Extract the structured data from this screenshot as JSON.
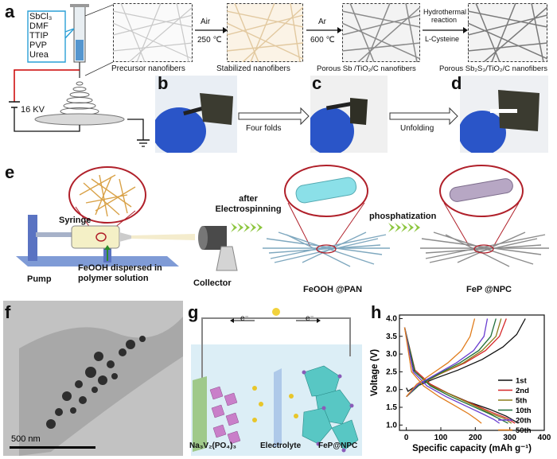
{
  "panel_a": {
    "letter": "a",
    "chemicals": [
      "SbCl₃",
      "DMF",
      "TTIP",
      "PVP",
      "Urea"
    ],
    "voltage": "16 KV",
    "steps": [
      {
        "arrow_top": "Air",
        "arrow_bottom": "250 ℃"
      },
      {
        "arrow_top": "Ar",
        "arrow_bottom": "600 ℃"
      },
      {
        "arrow_top": "Hydrothermal reaction",
        "arrow_bottom": "L-Cysteine"
      }
    ],
    "fiber_labels": [
      "Precursor nanofibers",
      "Stabilized nanofibers",
      "Porous Sb /TiO₂/C nanofibers",
      "Porous Sb₂S₃/TiO₂/C nanofibers"
    ]
  },
  "panel_b": {
    "letter": "b",
    "arrow_label": "Four folds"
  },
  "panel_c": {
    "letter": "c",
    "arrow_label": "Unfolding"
  },
  "panel_d": {
    "letter": "d"
  },
  "panel_e": {
    "letter": "e",
    "syringe": "Syringe",
    "pump": "Pump",
    "solution": "FeOOH dispersed in polymer solution",
    "collector": "Collector",
    "step1": "after Electrospinning",
    "step2": "phosphatization",
    "product1": "FeOOH @PAN",
    "product2": "FeP @NPC"
  },
  "panel_f": {
    "letter": "f",
    "scale": "500 nm"
  },
  "panel_g": {
    "letter": "g",
    "electron_left": "e⁻",
    "electron_right": "e⁻",
    "cathode": "Na₃V₂(PO₄)₃",
    "electrolyte": "Electrolyte",
    "anode": "FeP@NPC"
  },
  "panel_h": {
    "letter": "h"
  },
  "chart_data": {
    "type": "line",
    "title": "",
    "xlabel": "Specific capacity (mAh g⁻¹)",
    "ylabel": "Voltage (V)",
    "xlim": [
      -20,
      400
    ],
    "ylim": [
      0.85,
      4.1
    ],
    "xticks": [
      0,
      100,
      200,
      300,
      400
    ],
    "yticks": [
      1.0,
      1.5,
      2.0,
      2.5,
      3.0,
      3.5,
      4.0
    ],
    "legend_position": "right",
    "series": [
      {
        "name": "1st",
        "color": "#111111",
        "charge": [
          [
            0,
            2.05
          ],
          [
            5,
            1.95
          ],
          [
            20,
            2.05
          ],
          [
            80,
            2.3
          ],
          [
            150,
            2.55
          ],
          [
            220,
            2.85
          ],
          [
            280,
            3.2
          ],
          [
            320,
            3.55
          ],
          [
            345,
            4.0
          ]
        ],
        "discharge": [
          [
            -5,
            3.75
          ],
          [
            20,
            2.55
          ],
          [
            60,
            2.2
          ],
          [
            120,
            1.9
          ],
          [
            180,
            1.65
          ],
          [
            240,
            1.45
          ],
          [
            290,
            1.25
          ],
          [
            325,
            1.05
          ]
        ]
      },
      {
        "name": "2nd",
        "color": "#d62728",
        "charge": [
          [
            0,
            1.8
          ],
          [
            40,
            2.15
          ],
          [
            100,
            2.45
          ],
          [
            170,
            2.75
          ],
          [
            230,
            3.1
          ],
          [
            270,
            3.5
          ],
          [
            290,
            4.0
          ]
        ],
        "discharge": [
          [
            -5,
            3.75
          ],
          [
            25,
            2.55
          ],
          [
            70,
            2.15
          ],
          [
            130,
            1.85
          ],
          [
            190,
            1.6
          ],
          [
            250,
            1.35
          ],
          [
            290,
            1.2
          ],
          [
            315,
            1.05
          ]
        ]
      },
      {
        "name": "5th",
        "color": "#8c7d1a",
        "charge": [
          [
            0,
            1.8
          ],
          [
            40,
            2.15
          ],
          [
            100,
            2.45
          ],
          [
            165,
            2.75
          ],
          [
            220,
            3.1
          ],
          [
            260,
            3.5
          ],
          [
            275,
            4.0
          ]
        ],
        "discharge": [
          [
            -5,
            3.75
          ],
          [
            25,
            2.5
          ],
          [
            70,
            2.12
          ],
          [
            130,
            1.85
          ],
          [
            190,
            1.58
          ],
          [
            245,
            1.33
          ],
          [
            285,
            1.18
          ],
          [
            305,
            1.05
          ]
        ]
      },
      {
        "name": "10th",
        "color": "#1f6e3a",
        "charge": [
          [
            0,
            1.8
          ],
          [
            40,
            2.15
          ],
          [
            95,
            2.45
          ],
          [
            155,
            2.75
          ],
          [
            210,
            3.1
          ],
          [
            245,
            3.5
          ],
          [
            260,
            4.0
          ]
        ],
        "discharge": [
          [
            -5,
            3.75
          ],
          [
            25,
            2.5
          ],
          [
            70,
            2.1
          ],
          [
            125,
            1.82
          ],
          [
            185,
            1.56
          ],
          [
            240,
            1.32
          ],
          [
            275,
            1.15
          ],
          [
            295,
            1.05
          ]
        ]
      },
      {
        "name": "20th",
        "color": "#6a3fd1",
        "charge": [
          [
            0,
            1.8
          ],
          [
            35,
            2.15
          ],
          [
            90,
            2.45
          ],
          [
            145,
            2.75
          ],
          [
            195,
            3.1
          ],
          [
            225,
            3.5
          ],
          [
            235,
            4.0
          ]
        ],
        "discharge": [
          [
            -5,
            3.75
          ],
          [
            20,
            2.5
          ],
          [
            60,
            2.1
          ],
          [
            115,
            1.8
          ],
          [
            170,
            1.55
          ],
          [
            220,
            1.32
          ],
          [
            255,
            1.15
          ],
          [
            270,
            1.05
          ]
        ]
      },
      {
        "name": "50th",
        "color": "#e07b1a",
        "charge": [
          [
            0,
            1.8
          ],
          [
            30,
            2.15
          ],
          [
            75,
            2.45
          ],
          [
            120,
            2.75
          ],
          [
            160,
            3.1
          ],
          [
            185,
            3.5
          ],
          [
            198,
            4.0
          ]
        ],
        "discharge": [
          [
            -5,
            3.75
          ],
          [
            15,
            2.5
          ],
          [
            50,
            2.1
          ],
          [
            95,
            1.8
          ],
          [
            140,
            1.55
          ],
          [
            180,
            1.32
          ],
          [
            205,
            1.15
          ],
          [
            218,
            1.05
          ]
        ]
      }
    ]
  }
}
